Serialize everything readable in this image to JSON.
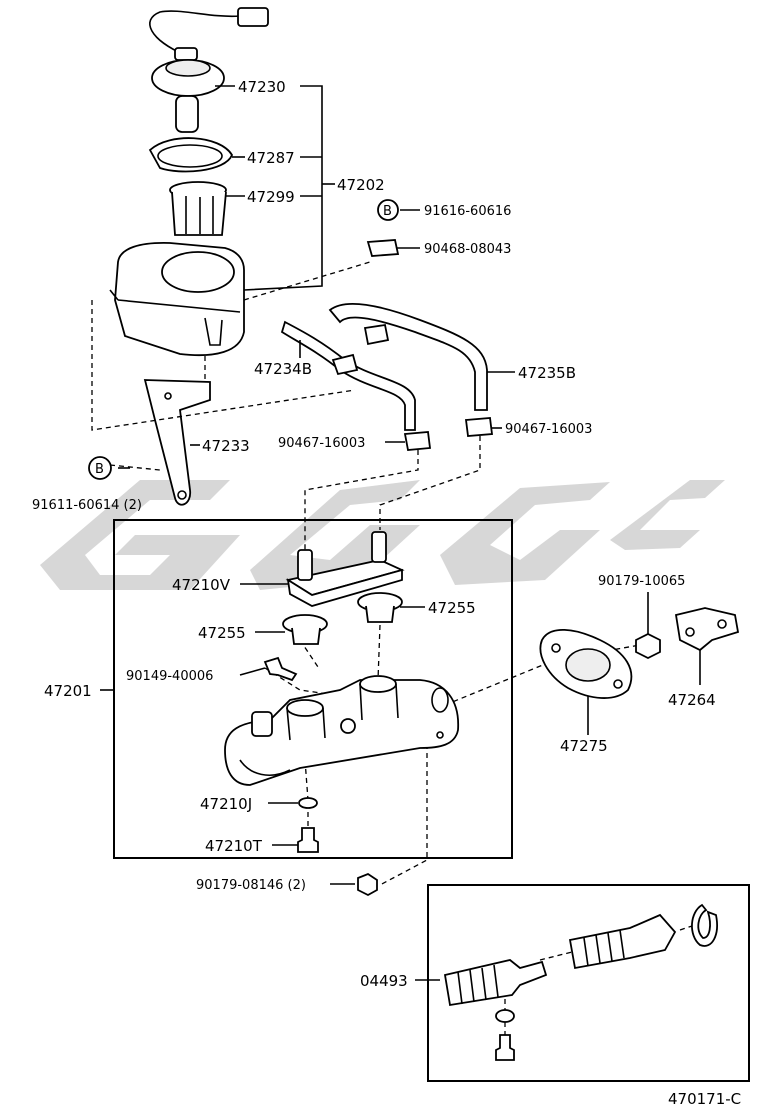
{
  "labels": {
    "p47230": "47230",
    "p47287": "47287",
    "p47202": "47202",
    "p47299": "47299",
    "p91616": "91616-60616",
    "p90468": "90468-08043",
    "p47234B": "47234B",
    "p47235B": "47235B",
    "p47233": "47233",
    "p90467a": "90467-16003",
    "p90467b": "90467-16003",
    "p91611": "91611-60614 (2)",
    "p47210V": "47210V",
    "p47255a": "47255",
    "p47255b": "47255",
    "p90179a": "90179-10065",
    "p47264": "47264",
    "p47201": "47201",
    "p90149": "90149-40006",
    "p47275": "47275",
    "p47210J": "47210J",
    "p47210T": "47210T",
    "p90179b": "90179-08146 (2)",
    "p04493": "04493",
    "figure": "470171-C",
    "markB1": "B",
    "markB2": "B"
  }
}
